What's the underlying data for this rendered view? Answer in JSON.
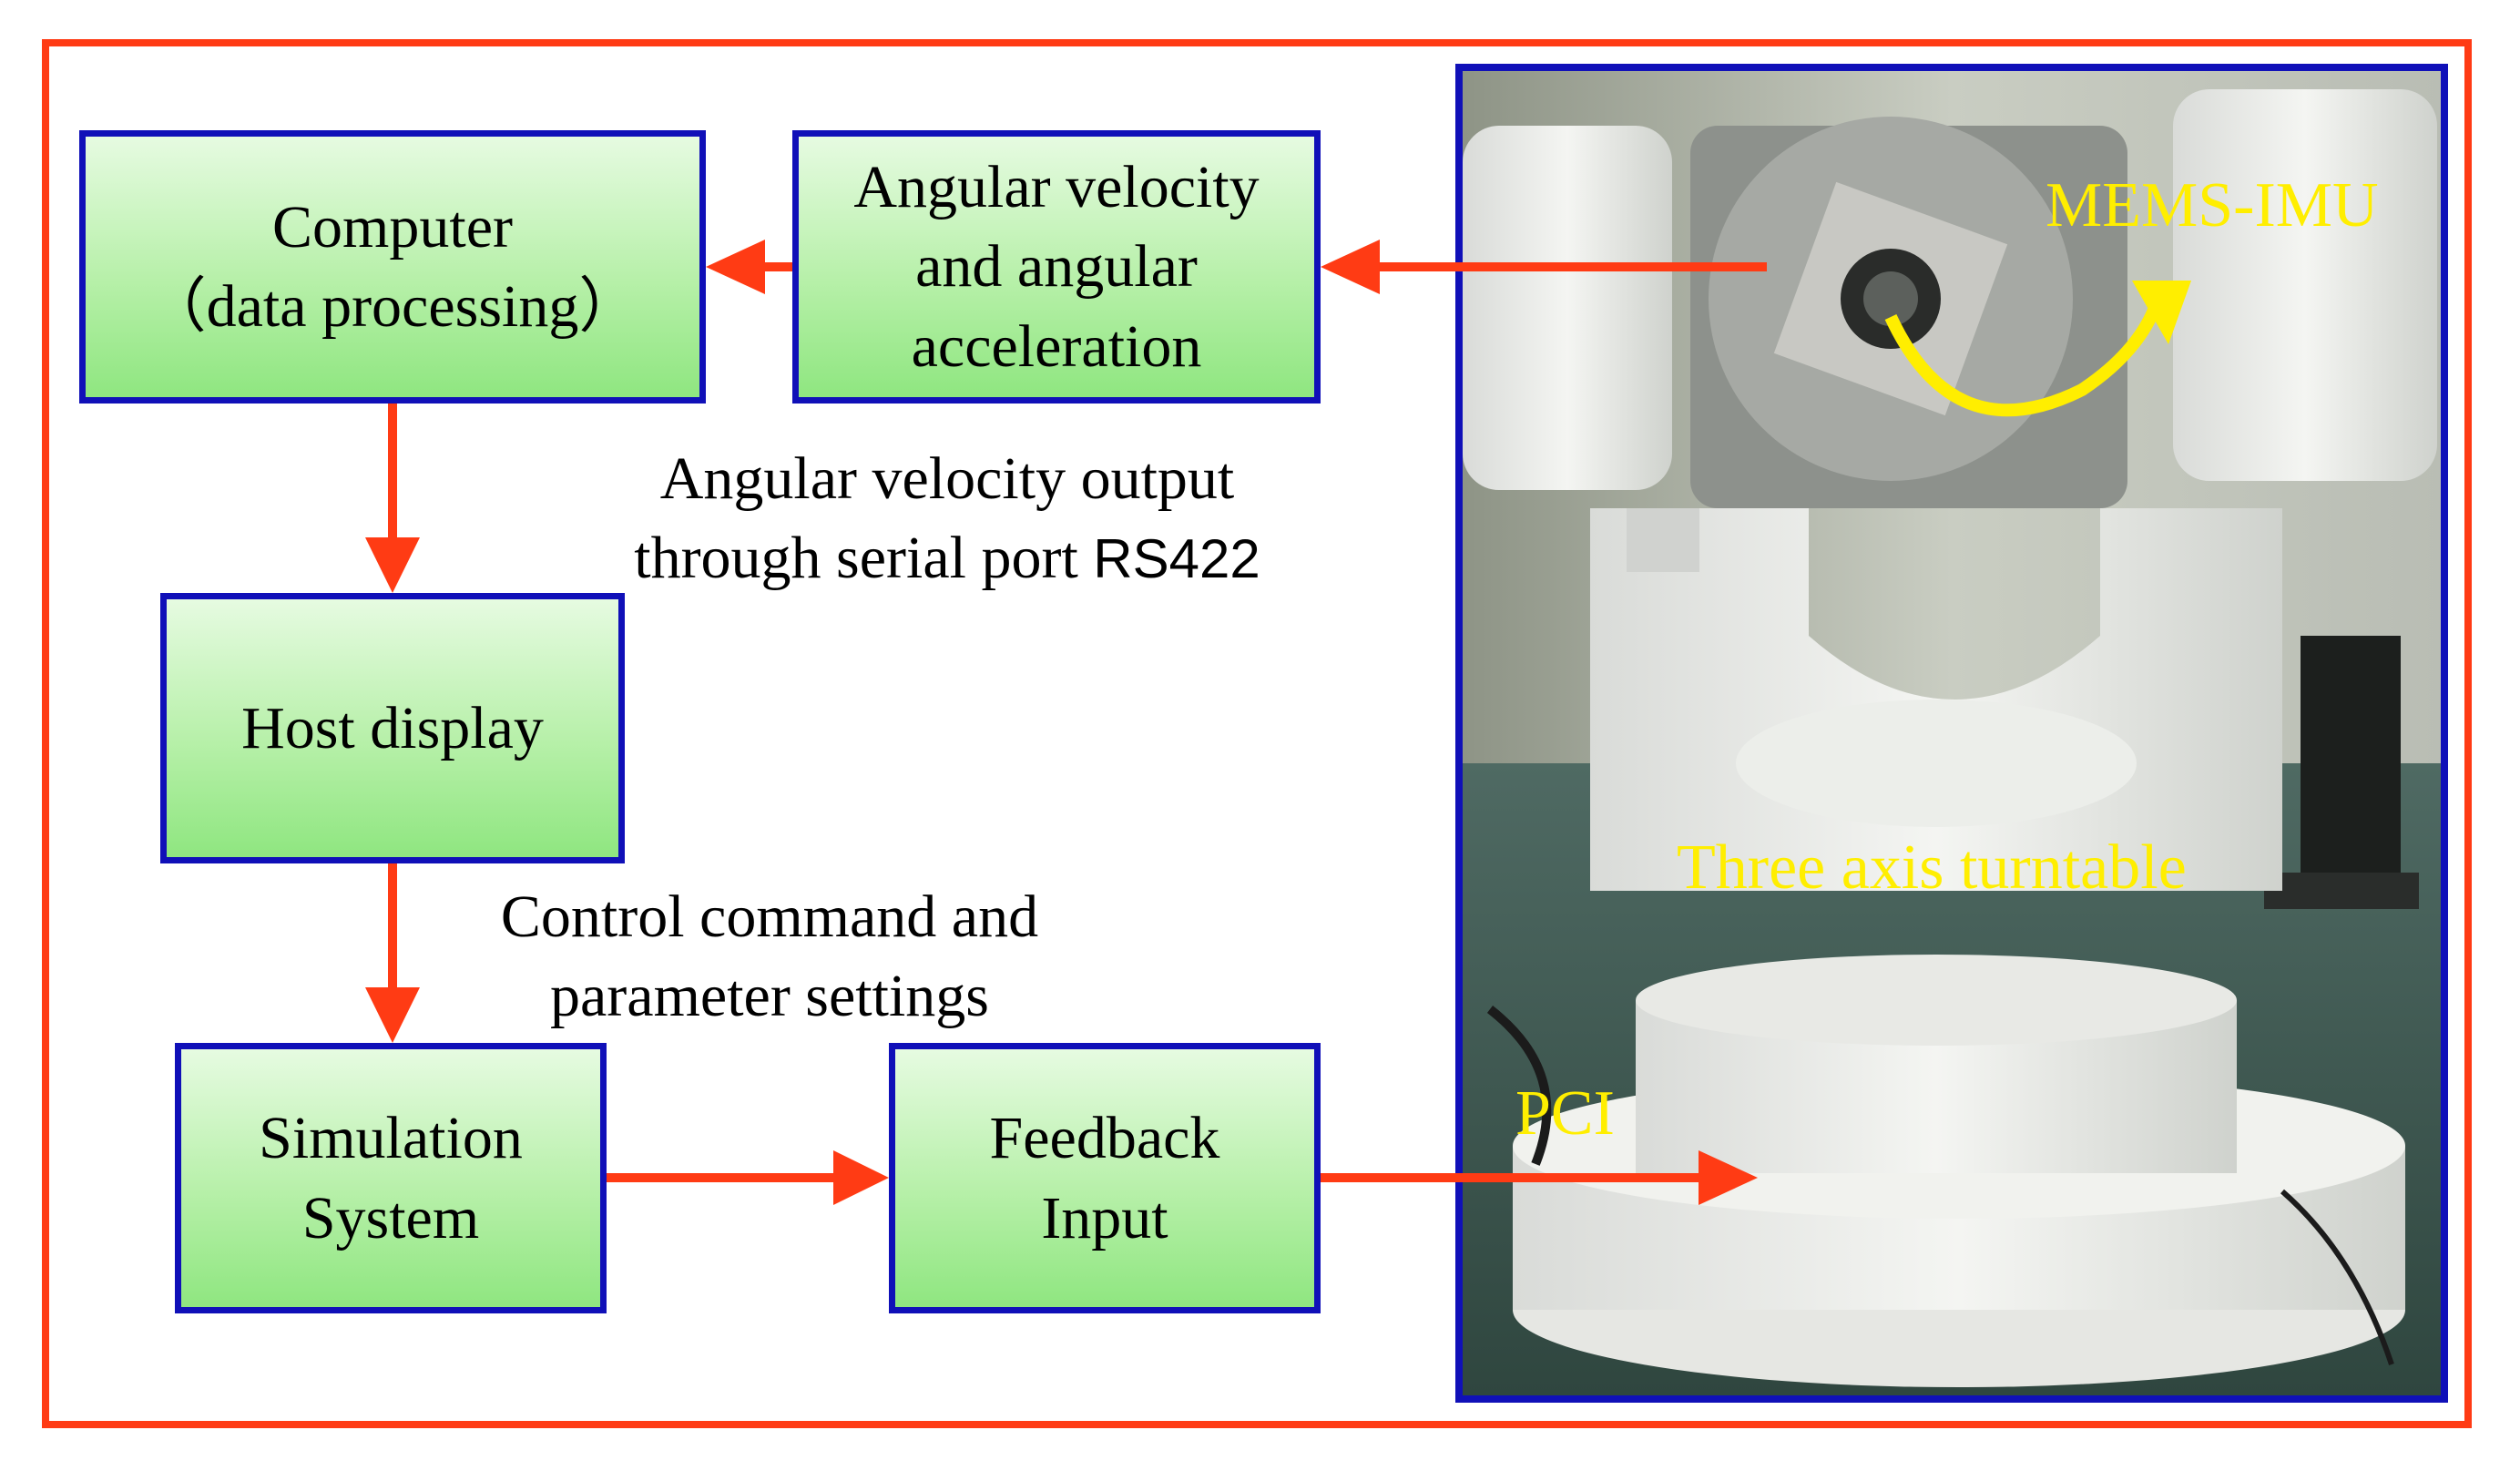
{
  "boxes": {
    "computer": [
      "Computer",
      "（data processing）"
    ],
    "angular": [
      "Angular velocity",
      "and angular",
      "acceleration"
    ],
    "host": [
      "Host display"
    ],
    "simulation": [
      "Simulation",
      "System"
    ],
    "feedback": [
      "Feedback",
      "Input"
    ]
  },
  "labels": {
    "rs422_line1": "Angular velocity output",
    "rs422_line2_text": "through serial port ",
    "rs422_line2_code": "RS422",
    "control_line1": "Control command and",
    "control_line2": "parameter settings"
  },
  "photo": {
    "imu": "MEMS-IMU",
    "turntable": "Three axis turntable",
    "pci": "PCI"
  },
  "colors": {
    "frame": "#ff3b14",
    "box_border": "#1010b8",
    "arrow": "#ff3b14",
    "photo_text": "#ffee00"
  }
}
